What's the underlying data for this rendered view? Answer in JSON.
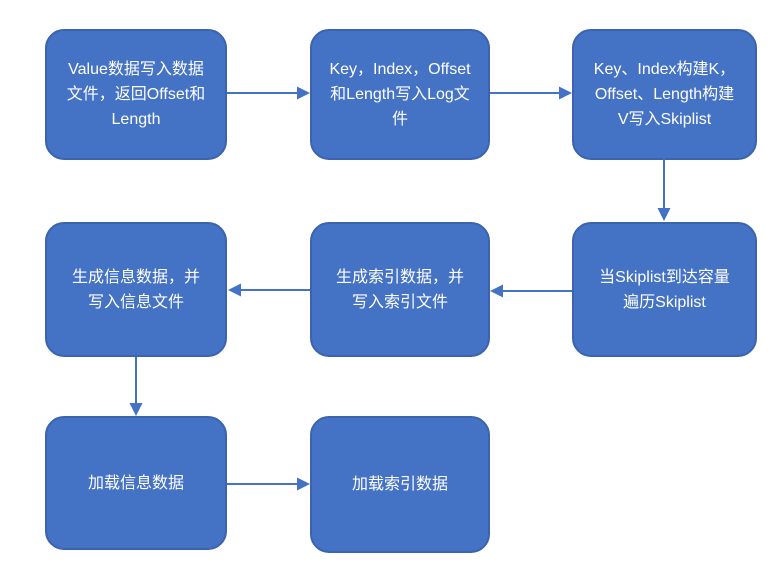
{
  "diagram": {
    "type": "flowchart",
    "nodes": [
      {
        "id": "node-1",
        "lines": [
          "Value数据写入数据",
          "文件，返回Offset和",
          "Length"
        ],
        "text": "Value数据写入数据文件，返回Offset和Length"
      },
      {
        "id": "node-2",
        "lines": [
          "Key，Index，Offset",
          "和Length写入Log文",
          "件"
        ],
        "text": "Key，Index，Offset和Length写入Log文件"
      },
      {
        "id": "node-3",
        "lines": [
          "Key、Index构建K，",
          "Offset、Length构建",
          "V写入Skiplist"
        ],
        "text": "Key、Index构建K，Offset、Length构建V写入Skiplist"
      },
      {
        "id": "node-4",
        "lines": [
          "当Skiplist到达容量",
          "遍历Skiplist"
        ],
        "text": "当Skiplist到达容量遍历Skiplist"
      },
      {
        "id": "node-5",
        "lines": [
          "生成索引数据，并",
          "写入索引文件"
        ],
        "text": "生成索引数据，并写入索引文件"
      },
      {
        "id": "node-6",
        "lines": [
          "生成信息数据，并",
          "写入信息文件"
        ],
        "text": "生成信息数据，并写入信息文件"
      },
      {
        "id": "node-7",
        "lines": [
          "加载信息数据"
        ],
        "text": "加载信息数据"
      },
      {
        "id": "node-8",
        "lines": [
          "加载索引数据"
        ],
        "text": "加载索引数据"
      }
    ],
    "connections": [
      {
        "from": "node-1",
        "to": "node-2",
        "direction": "right"
      },
      {
        "from": "node-2",
        "to": "node-3",
        "direction": "right"
      },
      {
        "from": "node-3",
        "to": "node-4",
        "direction": "down"
      },
      {
        "from": "node-4",
        "to": "node-5",
        "direction": "left"
      },
      {
        "from": "node-5",
        "to": "node-6",
        "direction": "left"
      },
      {
        "from": "node-6",
        "to": "node-7",
        "direction": "down"
      },
      {
        "from": "node-7",
        "to": "node-8",
        "direction": "right"
      }
    ]
  },
  "colors": {
    "box_fill": "#4472c4",
    "box_border": "#3b63ae",
    "arrow": "#4472c4",
    "text": "#ffffff",
    "background": "#ffffff"
  }
}
